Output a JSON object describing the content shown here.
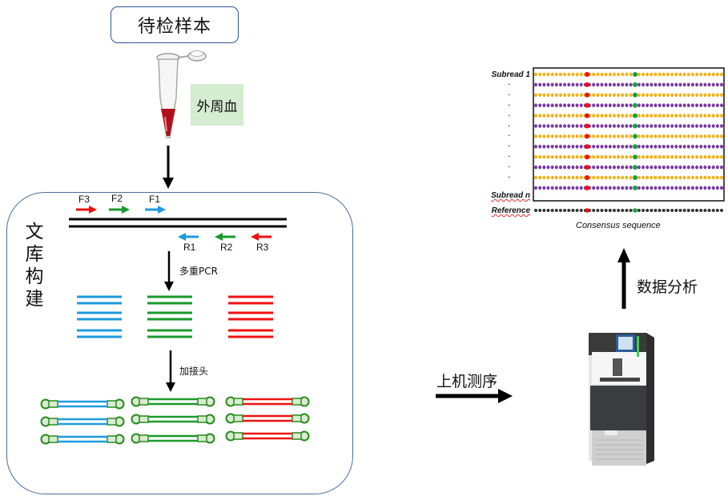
{
  "sample": {
    "title": "待检样本",
    "source_label": "外周血"
  },
  "library": {
    "title_chars": [
      "文",
      "库",
      "构",
      "建"
    ],
    "forward_primers": [
      {
        "label": "F3",
        "color": "#ee1111"
      },
      {
        "label": "F2",
        "color": "#1a9a2a"
      },
      {
        "label": "F1",
        "color": "#1e9ae0"
      }
    ],
    "reverse_primers": [
      {
        "label": "R1",
        "color": "#1e9ae0"
      },
      {
        "label": "R2",
        "color": "#1a9a2a"
      },
      {
        "label": "R3",
        "color": "#ee1111"
      }
    ],
    "step1_label": "多重PCR",
    "step2_label": "加接头",
    "amplicon_colors": [
      "#1e9ae0",
      "#1a9a2a",
      "#ee1111"
    ],
    "adapter_color": "#2a8a1e"
  },
  "sequencing": {
    "label": "上机测序"
  },
  "analysis": {
    "label": "数据分析",
    "row_labels": {
      "first": "Subread 1",
      "last": "Subread n",
      "reference": "Reference",
      "ellipsis": "."
    },
    "caption": "Consensus sequence",
    "colors": {
      "odd_row": "#f2b21a",
      "even_row": "#7a3aa0",
      "variant_1": "#ee1111",
      "variant_2": "#1aa040",
      "reference": "#333333"
    }
  }
}
